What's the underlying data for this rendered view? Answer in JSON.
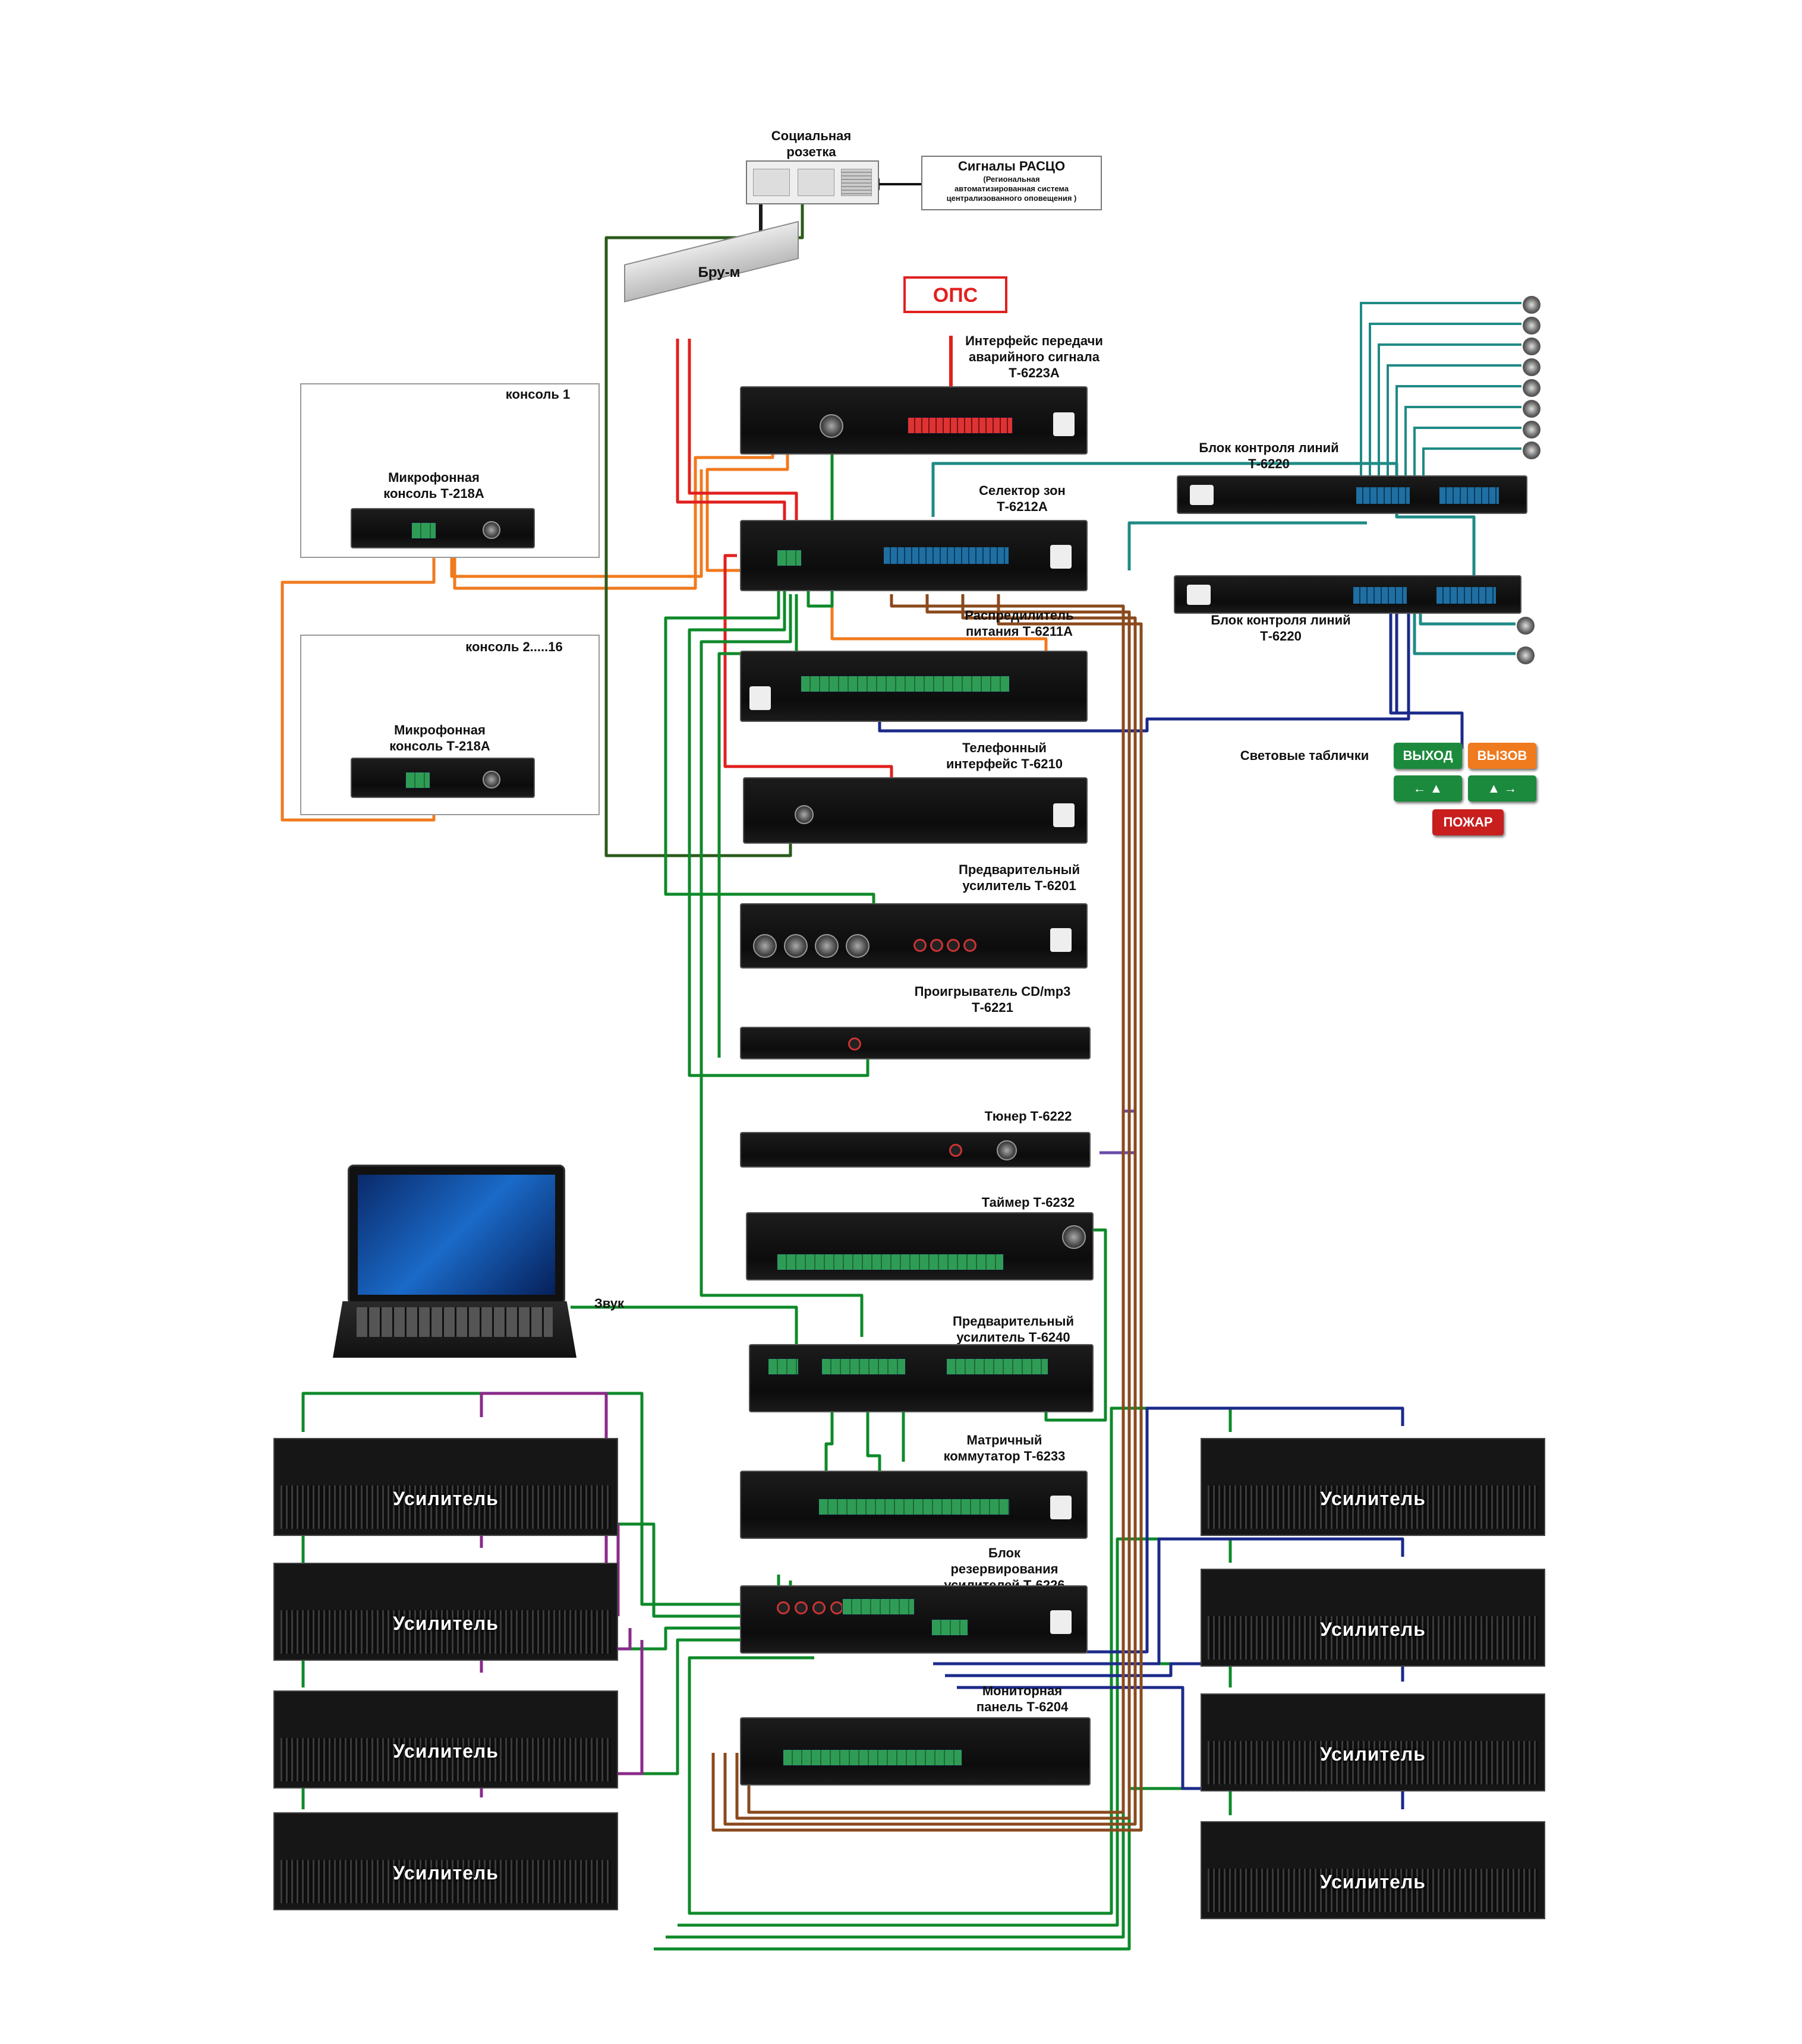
{
  "top": {
    "social_outlet": "Социальная\nрозетка",
    "rasco_title": "Сигналы РАСЦО",
    "rasco_desc": "(Региональная\nавтоматизированная система\nцентрализованного оповещения )",
    "bru": "Бру-м",
    "ops": "ОПС"
  },
  "rack": {
    "t6223a": "Интерфейс передачи\nаварийного сигнала\nТ-6223А",
    "t6212a": "Селектор зон\nТ-6212А",
    "t6211a": "Распредилитель\nпитания Т-6211А",
    "t6210": "Телефонный\nинтерфейс Т-6210",
    "t6201": "Предварительный\nусилитель Т-6201",
    "t6221": "Проигрыватель CD/mp3\nТ-6221",
    "t6222": "Тюнер Т-6222",
    "t6232": "Таймер Т-6232",
    "t6240": "Предварительный\nусилитель Т-6240",
    "t6233": "Матричный\nкоммутатор Т-6233",
    "t6226": "Блок\nрезервирования\nусилителей Т-6226",
    "t6204": "Мониторная\nпанель Т-6204"
  },
  "consoles": {
    "console1": "консоль 1",
    "console2": "консоль 2.....16",
    "mic": "Микрофонная\nконсоль Т-218А"
  },
  "right": {
    "t6220_a": "Блок контроля линий\nТ-6220",
    "t6220_b": "Блок контроля линий\nТ-6220",
    "signs_label": "Световые таблички",
    "sign_exit": "ВЫХОД",
    "sign_call": "ВЫЗОВ",
    "sign_fire": "ПОЖАР"
  },
  "laptop": {
    "sound": "Звук"
  },
  "amplifier": {
    "label": "Усилитель"
  },
  "colors": {
    "orange": "#f07a1e",
    "red": "#e0201f",
    "green": "#0e8a2a",
    "darkgreen": "#2b5a1a",
    "teal": "#1f8a85",
    "navy": "#1b2a8a",
    "purple": "#8a2a8a",
    "brown": "#8a4a1e"
  }
}
